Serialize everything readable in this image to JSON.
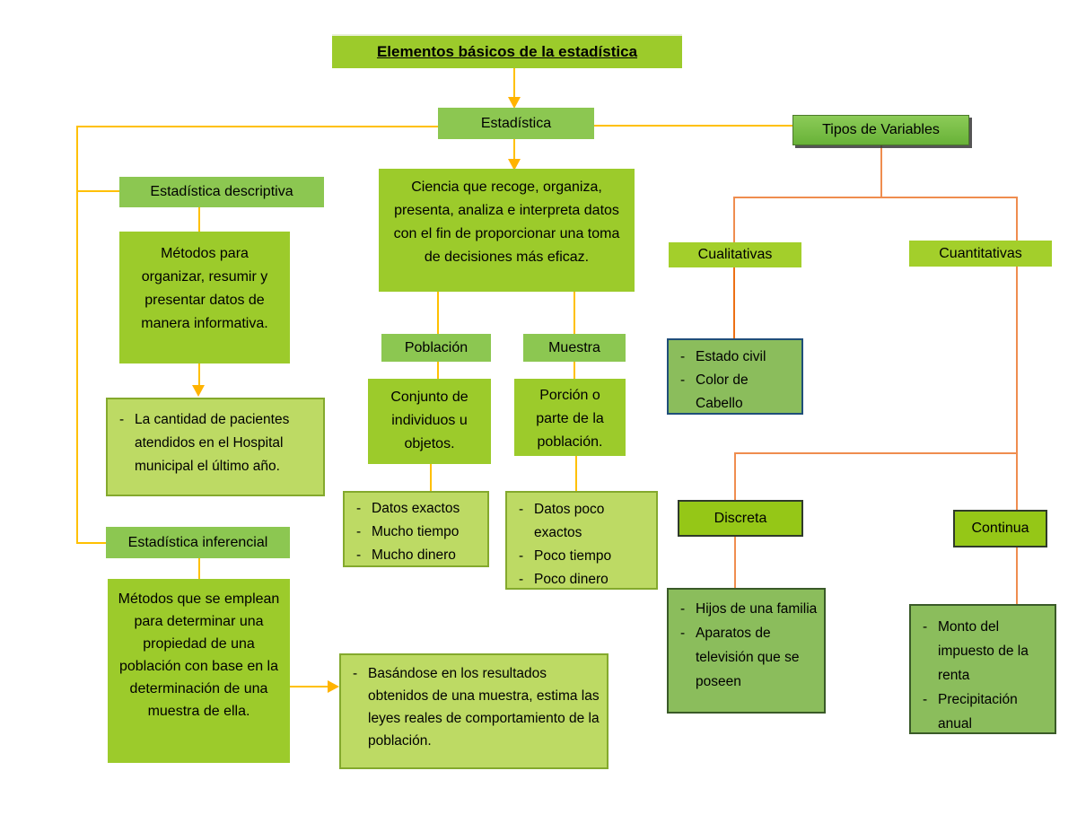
{
  "title": "Elementos básicos de la estadística",
  "list_marker": "-",
  "colors": {
    "bright_green": "#9CCB2B",
    "label_green": "#A3CF2B",
    "medium_green": "#8CC751",
    "example_green": "#8BBD5C",
    "light_green_fill": "#BDDA64",
    "light_green_border": "#84A92D",
    "tipos_green": "#72BF44",
    "discrete_green": "#95C717",
    "yellow_connector": "#FFC000",
    "orange_connector": "#EF8D4F",
    "navy_border": "#1F4E79"
  },
  "nodes": {
    "estadistica": "Estadística",
    "estadistica_def": "Ciencia que recoge, organiza, presenta, analiza e interpreta datos con el fin de proporcionar una toma de decisiones más eficaz.",
    "descriptiva": "Estadística descriptiva",
    "descriptiva_def": "Métodos para organizar, resumir y presentar datos de manera informativa.",
    "descriptiva_ejemplo": "La cantidad de pacientes atendidos en el Hospital municipal el último año.",
    "inferencial": "Estadística inferencial",
    "inferencial_def": "Métodos que se emplean para determinar una propiedad de una población con base en la determinación de una muestra de ella.",
    "inferencial_ejemplo": "Basándose en los resultados obtenidos de una muestra, estima las leyes reales de comportamiento de la población.",
    "poblacion": "Población",
    "poblacion_def": "Conjunto de individuos u objetos.",
    "poblacion_items": [
      "Datos exactos",
      "Mucho tiempo",
      "Mucho dinero"
    ],
    "muestra": "Muestra",
    "muestra_def": "Porción o parte de la población.",
    "muestra_items": [
      "Datos poco exactos",
      "Poco tiempo",
      "Poco dinero"
    ],
    "tipos_variables": "Tipos de Variables",
    "cualitativas": "Cualitativas",
    "cualitativas_items": [
      "Estado civil",
      "Color de Cabello"
    ],
    "cuantitativas": "Cuantitativas",
    "discreta": "Discreta",
    "discreta_items": [
      "Hijos de una familia",
      "Aparatos de televisión que se poseen"
    ],
    "continua": "Continua",
    "continua_items": [
      "Monto del impuesto de la renta",
      "Precipitación anual"
    ]
  }
}
